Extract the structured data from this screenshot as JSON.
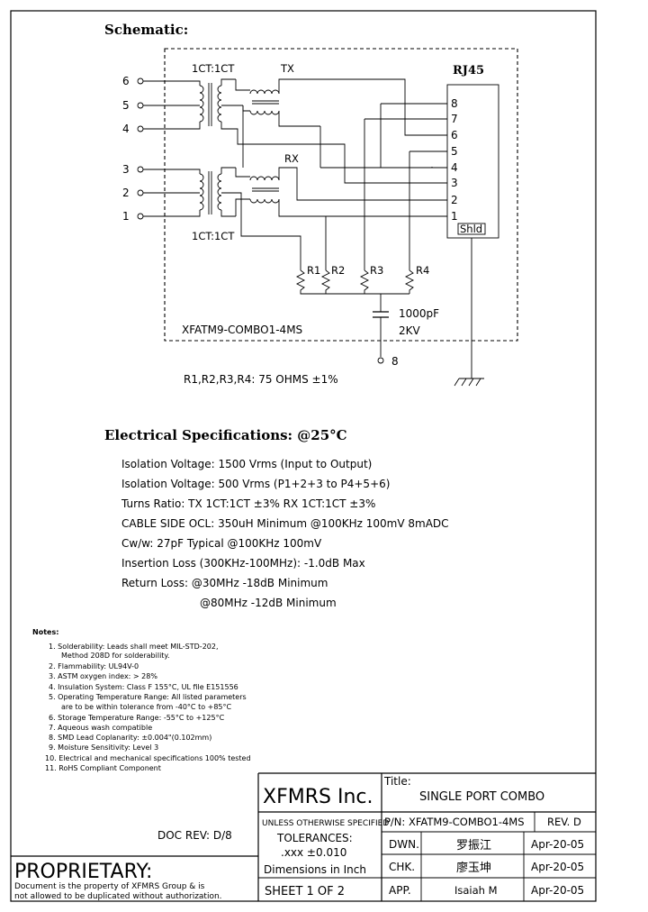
{
  "schematic": {
    "heading": "Schematic:",
    "ratio_tx": "1CT:1CT",
    "ratio_rx": "1CT:1CT",
    "tx_label": "TX",
    "rx_label": "RX",
    "connector_title": "RJ45",
    "shield_label": "Shld",
    "module_name": "XFATM9-COMBO1-4MS",
    "left_pins": [
      "6",
      "5",
      "4",
      "3",
      "2",
      "1"
    ],
    "rj_pins": [
      "8",
      "7",
      "6",
      "5",
      "4",
      "3",
      "2",
      "1"
    ],
    "resistors": [
      "R1",
      "R2",
      "R3",
      "R4"
    ],
    "cap_value": "1000pF",
    "cap_voltage": "2KV",
    "ground_pin": "8",
    "resistor_note": "R1,R2,R3,R4: 75 OHMS ±1%"
  },
  "electrical": {
    "heading": "Electrical Specifications: @25°C",
    "lines": [
      "Isolation Voltage:   1500 Vrms (Input to Output)",
      "Isolation Voltage:   500 Vrms (P1+2+3 to P4+5+6)",
      "Turns Ratio: TX 1CT:1CT ±3% RX 1CT:1CT ±3%",
      "CABLE SIDE OCL: 350uH Minimum @100KHz 100mV 8mADC",
      "Cw/w: 27pF Typical @100KHz 100mV",
      "Insertion Loss (300KHz-100MHz): -1.0dB Max",
      "Return Loss: @30MHz   -18dB Minimum"
    ],
    "return_loss_2": "@80MHz   -12dB Minimum"
  },
  "notes": {
    "heading": "Notes:",
    "items": [
      "1. Solderability: Leads shall meet MIL-STD-202,",
      "Method 208D for solderability.",
      "2. Flammability: UL94V-0",
      "3. ASTM oxygen index: > 28%",
      "4. Insulation System: Class F 155°C, UL file E151556",
      "5. Operating Temperature Range: All listed parameters",
      "are to be within tolerance from -40°C to +85°C",
      "6. Storage Temperature Range: -55°C to +125°C",
      "7. Aqueous wash compatible",
      "8. SMD Lead Coplanarity: ±0.004\"(0.102mm)",
      "9. Moisture Sensitivity: Level 3",
      "10. Electrical and mechanical specifications 100% tested",
      "11. RoHS Compliant Component"
    ]
  },
  "title_block": {
    "company": "XFMRS Inc.",
    "title_label": "Title:",
    "title": "SINGLE PORT COMBO",
    "unless": "UNLESS OTHERWISE SPECIFIED",
    "pn": "P/N: XFATM9-COMBO1-4MS",
    "rev": "REV. D",
    "tolerances": "TOLERANCES:",
    "tol_value": ".xxx ±0.010",
    "dimensions": "Dimensions in Inch",
    "dwn_label": "DWN.",
    "dwn_name": "罗振江",
    "dwn_date": "Apr-20-05",
    "chk_label": "CHK.",
    "chk_name": "廖玉坤",
    "chk_date": "Apr-20-05",
    "app_label": "APP.",
    "app_name": "Isaiah M",
    "app_date": "Apr-20-05",
    "sheet": "SHEET 1 OF 2",
    "doc_rev": "DOC REV: D/8",
    "proprietary": "PROPRIETARY:",
    "prop_line1": "Document is the property of XFMRS Group & is",
    "prop_line2": "not allowed to be duplicated without authorization."
  }
}
